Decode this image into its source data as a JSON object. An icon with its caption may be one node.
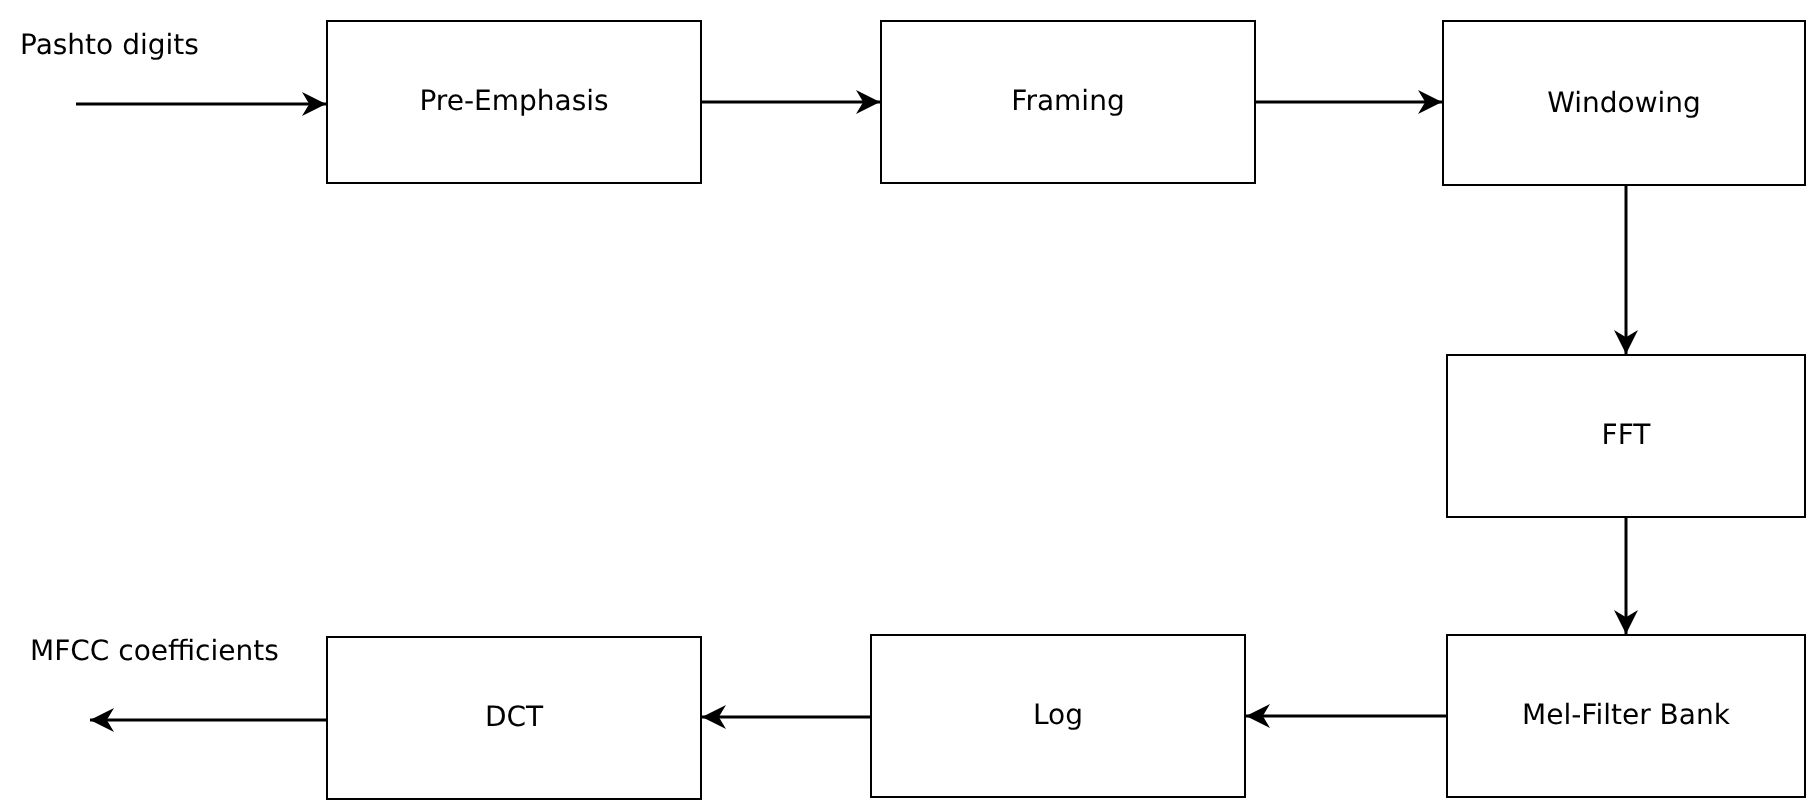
{
  "diagram": {
    "nodes": [
      {
        "text": [
          "Pre-Emphasis"
        ]
      },
      {
        "text": [
          "Framing"
        ]
      },
      {
        "text": [
          "Windowing"
        ]
      },
      {
        "text": [
          "FFT"
        ]
      },
      {
        "text": [
          "Mel-Filter Bank"
        ]
      },
      {
        "text": [
          "Log"
        ]
      },
      {
        "text": [
          "DCT"
        ]
      }
    ],
    "edges": [
      {
        "from": null,
        "to": 0,
        "arrow": "to"
      },
      {
        "from": 0,
        "to": 1,
        "arrow": "to"
      },
      {
        "from": 1,
        "to": 2,
        "arrow": "to"
      },
      {
        "from": 2,
        "to": 3,
        "arrow": "to"
      },
      {
        "from": 3,
        "to": 4,
        "arrow": "to"
      },
      {
        "from": 4,
        "to": 5,
        "arrow": "to"
      },
      {
        "from": 5,
        "to": 6,
        "arrow": "to"
      },
      {
        "from": 6,
        "to": null,
        "arrow": "to"
      }
    ],
    "labels": [
      "Pashto digits",
      "MFCC coefficients"
    ]
  }
}
